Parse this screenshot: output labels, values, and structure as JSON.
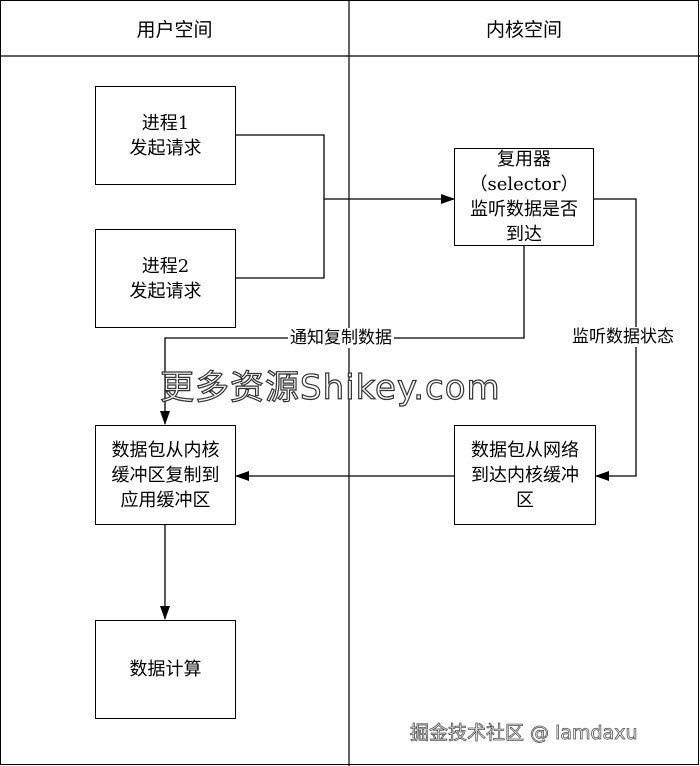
{
  "header": {
    "user_space": "用户空间",
    "kernel_space": "内核空间"
  },
  "boxes": {
    "process1": [
      "进程1",
      "发起请求"
    ],
    "process2": [
      "进程2",
      "发起请求"
    ],
    "selector": [
      "复用器",
      "（selector）",
      "监听数据是否",
      "到达"
    ],
    "copy_to_app": [
      "数据包从内核",
      "缓冲区复制到",
      "应用缓冲区"
    ],
    "net_to_kernel": [
      "数据包从网络",
      "到达内核缓冲",
      "区"
    ],
    "compute": [
      "数据计算"
    ]
  },
  "edge_labels": {
    "notify_copy": "通知复制数据",
    "listen_state": "监听数据状态"
  },
  "overlays": {
    "watermark": "更多资源Shikey.com",
    "credit": "掘金技术社区 @ lamdaxu"
  }
}
